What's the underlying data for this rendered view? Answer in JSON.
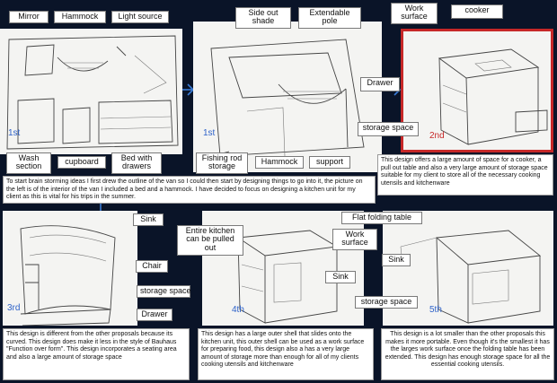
{
  "panel1": {
    "labels": {
      "mirror": "Mirror",
      "hammock": "Hammock",
      "light_source": "Light source",
      "wash_section": "Wash section",
      "cupboard": "cupboard",
      "bed_with_drawers": "Bed with drawers"
    },
    "ordinal": "1st"
  },
  "panel2": {
    "labels": {
      "side_out_shade": "Side out shade",
      "extendable_pole": "Extendable pole",
      "fishing_rod_storage": "Fishing rod storage",
      "hammock": "Hammock",
      "support": "support"
    },
    "ordinal": "1st"
  },
  "panel3": {
    "labels": {
      "work_surface": "Work surface",
      "cooker": "cooker",
      "drawer": "Drawer",
      "storage_space": "storage space"
    },
    "ordinal": "2nd"
  },
  "intro_text": "To start brain storming ideas I first drew the outline of the van so I could then start by designing things to go into it, the picture on the left is of the interior of the van I included a bed and a hammock. I have decided to focus on designing a kitchen unit for my client as this is vital for his trips in the summer.",
  "design2_text": "This design offers a large amount of space for a cooker, a pull out table and also a very large amount of storage space suitable for my client to store all of the necessary cooking utensils and kitchenware",
  "panel4": {
    "labels": {
      "sink": "Sink",
      "chair": "Chair",
      "storage_space": "storage space",
      "drawer": "Drawer"
    },
    "ordinal": "3rd"
  },
  "panel5": {
    "labels": {
      "entire_kitchen": "Entire kitchen can be pulled out",
      "work_surface": "Work surface",
      "sink": "Sink"
    },
    "ordinal": "4th"
  },
  "panel6": {
    "labels": {
      "flat_folding_table": "Flat folding table",
      "sink": "Sink",
      "storage_space": "storage space"
    },
    "ordinal": "5th"
  },
  "design3_text": "This design is different from the other proposals because its curved. This design does make it less in the style of Bauhaus \"Function over form\". This design incorporates a seating area and also a large amount of storage space",
  "design4_text": "This design has a large outer shell that slides onto the kitchen unit, this outer shell can be used as a work surface for preparing food, this design also a has a very large amount of storage more than enough for all of my clients cooking utensils and kitchenware",
  "design5_text": "This design is a lot smaller than the other proposals this makes it more portable. Even though it's the smallest it has the larges work surface once the folding table has been extended. This design has enough storage space for all the essential cooking utensils.",
  "colors": {
    "background": "#0a1428",
    "connector": "#3a7bd5",
    "highlight_border": "#c62828",
    "ordinal": "#2f63c9"
  }
}
